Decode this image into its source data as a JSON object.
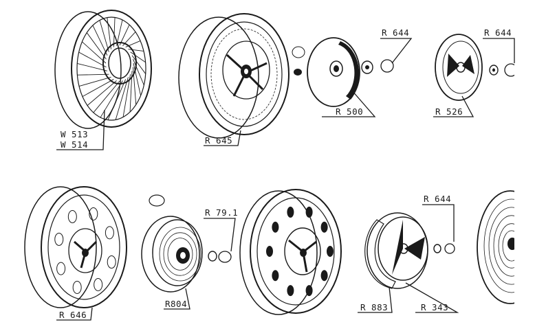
{
  "parts": [
    {
      "id": "w513",
      "code": "W 513"
    },
    {
      "id": "w514",
      "code": "W 514"
    },
    {
      "id": "r645",
      "code": "R 645"
    },
    {
      "id": "r500",
      "code": "R 500"
    },
    {
      "id": "r644a",
      "code": "R 644"
    },
    {
      "id": "r644b",
      "code": "R 644"
    },
    {
      "id": "r526",
      "code": "R 526"
    },
    {
      "id": "r646",
      "code": "R 646"
    },
    {
      "id": "r804",
      "code": "R804"
    },
    {
      "id": "r791",
      "code": "R 79.1"
    },
    {
      "id": "r644c",
      "code": "R 644"
    },
    {
      "id": "r883",
      "code": "R 883"
    },
    {
      "id": "r343",
      "code": "R 343"
    }
  ],
  "colors": {
    "ink": "#1a1a1a",
    "paper": "#ffffff"
  }
}
